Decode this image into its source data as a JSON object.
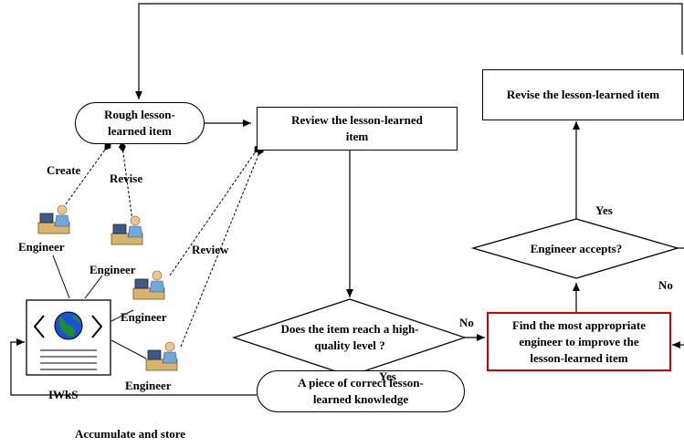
{
  "nodes": {
    "rough_item": "Rough lesson-\nlearned  item",
    "review_item": "Review the lesson-learned\nitem",
    "revise_item": "Revise the lesson-learned item",
    "engineer_accepts": "Engineer accepts?",
    "quality_check": "Does the item reach a high-\nquality level ?",
    "find_engineer": "Find the most appropriate\nengineer to improve the\nlesson-learned item",
    "correct_knowledge": "A piece of correct  lesson-\nlearned knowledge"
  },
  "edge_labels": {
    "create": "Create",
    "revise": "Revise",
    "review": "Review",
    "yes_accepts": "Yes",
    "no_accepts": "No",
    "no_quality": "No",
    "yes_quality": "Yes",
    "accumulate": "Accumulate and store"
  },
  "actors": {
    "engineer_1": "Engineer",
    "engineer_2": "Engineer",
    "engineer_3": "Engineer",
    "engineer_4": "Engineer",
    "iwks": "IWkS"
  },
  "colors": {
    "highlight_border": "#d40000",
    "globe_water": "#1f4fd6",
    "globe_land": "#1a8f2a",
    "person_skin": "#f2c38f",
    "person_shirt": "#6fa8dc",
    "desk": "#d9b26b"
  }
}
